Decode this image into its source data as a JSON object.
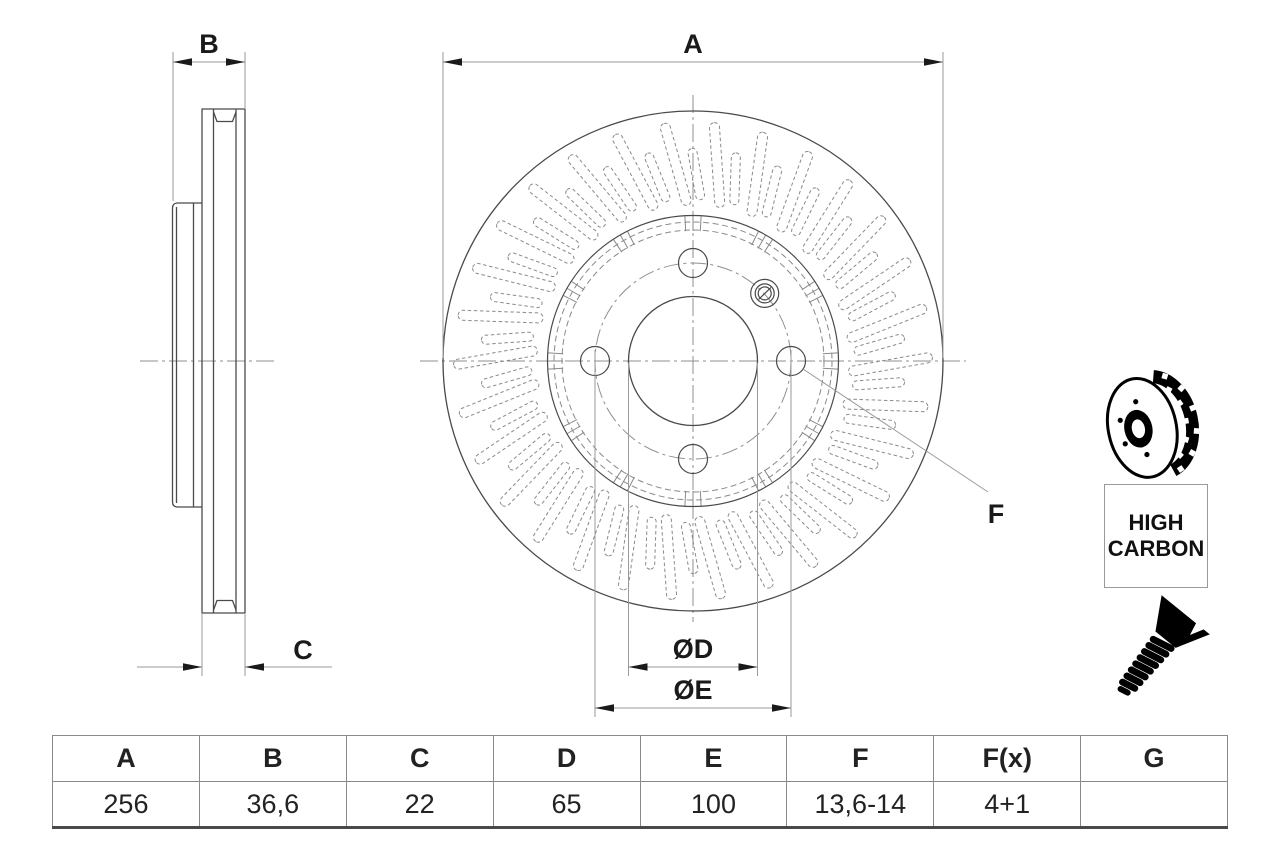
{
  "drawing": {
    "dim_labels": {
      "a": "A",
      "b": "B",
      "c": "C",
      "d": "ØD",
      "e": "ØE",
      "f": "F"
    },
    "badge": {
      "line1": "HIGH",
      "line2": "CARBON"
    }
  },
  "icons": {
    "disc": "vented-brake-disc",
    "screw": "countersunk-screw"
  },
  "table": {
    "headers": [
      "A",
      "B",
      "C",
      "D",
      "E",
      "F",
      "F(x)",
      "G"
    ],
    "values": [
      "256",
      "36,6",
      "22",
      "65",
      "100",
      "13,6-14",
      "4+1",
      ""
    ]
  },
  "colors": {
    "outline": "#4a4a4a",
    "hidden_line": "#8a8a8a",
    "dimension_line": "#9a9a9a",
    "arrowhead": "#1a1a1a",
    "text": "#1a1a1a",
    "table_border": "#8a8a8a"
  }
}
